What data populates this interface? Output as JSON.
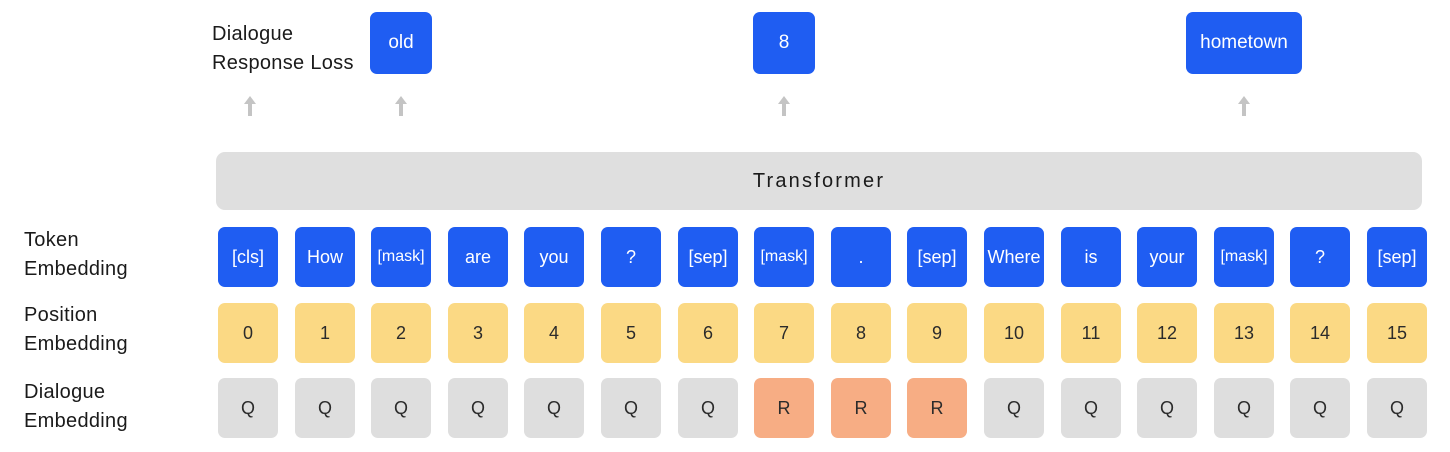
{
  "labels": {
    "loss": [
      "Dialogue",
      "Response Loss"
    ],
    "token": [
      "Token",
      "Embedding"
    ],
    "position": [
      "Position",
      "Embedding"
    ],
    "dialogue": [
      "Dialogue",
      "Embedding"
    ]
  },
  "transformer_label": "Transformer",
  "outputs": [
    {
      "text": "old",
      "col": 2
    },
    {
      "text": "8",
      "col": 7
    },
    {
      "text": "hometown",
      "col": 13
    }
  ],
  "tokens": [
    "[cls]",
    "How",
    "[mask]",
    "are",
    "you",
    "?",
    "[sep]",
    "[mask]",
    ".",
    "[sep]",
    "Where",
    "is",
    "your",
    "[mask]",
    "?",
    "[sep]"
  ],
  "positions": [
    "0",
    "1",
    "2",
    "3",
    "4",
    "5",
    "6",
    "7",
    "8",
    "9",
    "10",
    "11",
    "12",
    "13",
    "14",
    "15"
  ],
  "dialogue": [
    "Q",
    "Q",
    "Q",
    "Q",
    "Q",
    "Q",
    "Q",
    "R",
    "R",
    "R",
    "Q",
    "Q",
    "Q",
    "Q",
    "Q",
    "Q"
  ],
  "colors": {
    "token": "#1f5df2",
    "position": "#fbd984",
    "question": "#dedede",
    "response": "#f7ad84",
    "transformer": "#dfdfdf",
    "arrow": "#c4c4c4"
  }
}
